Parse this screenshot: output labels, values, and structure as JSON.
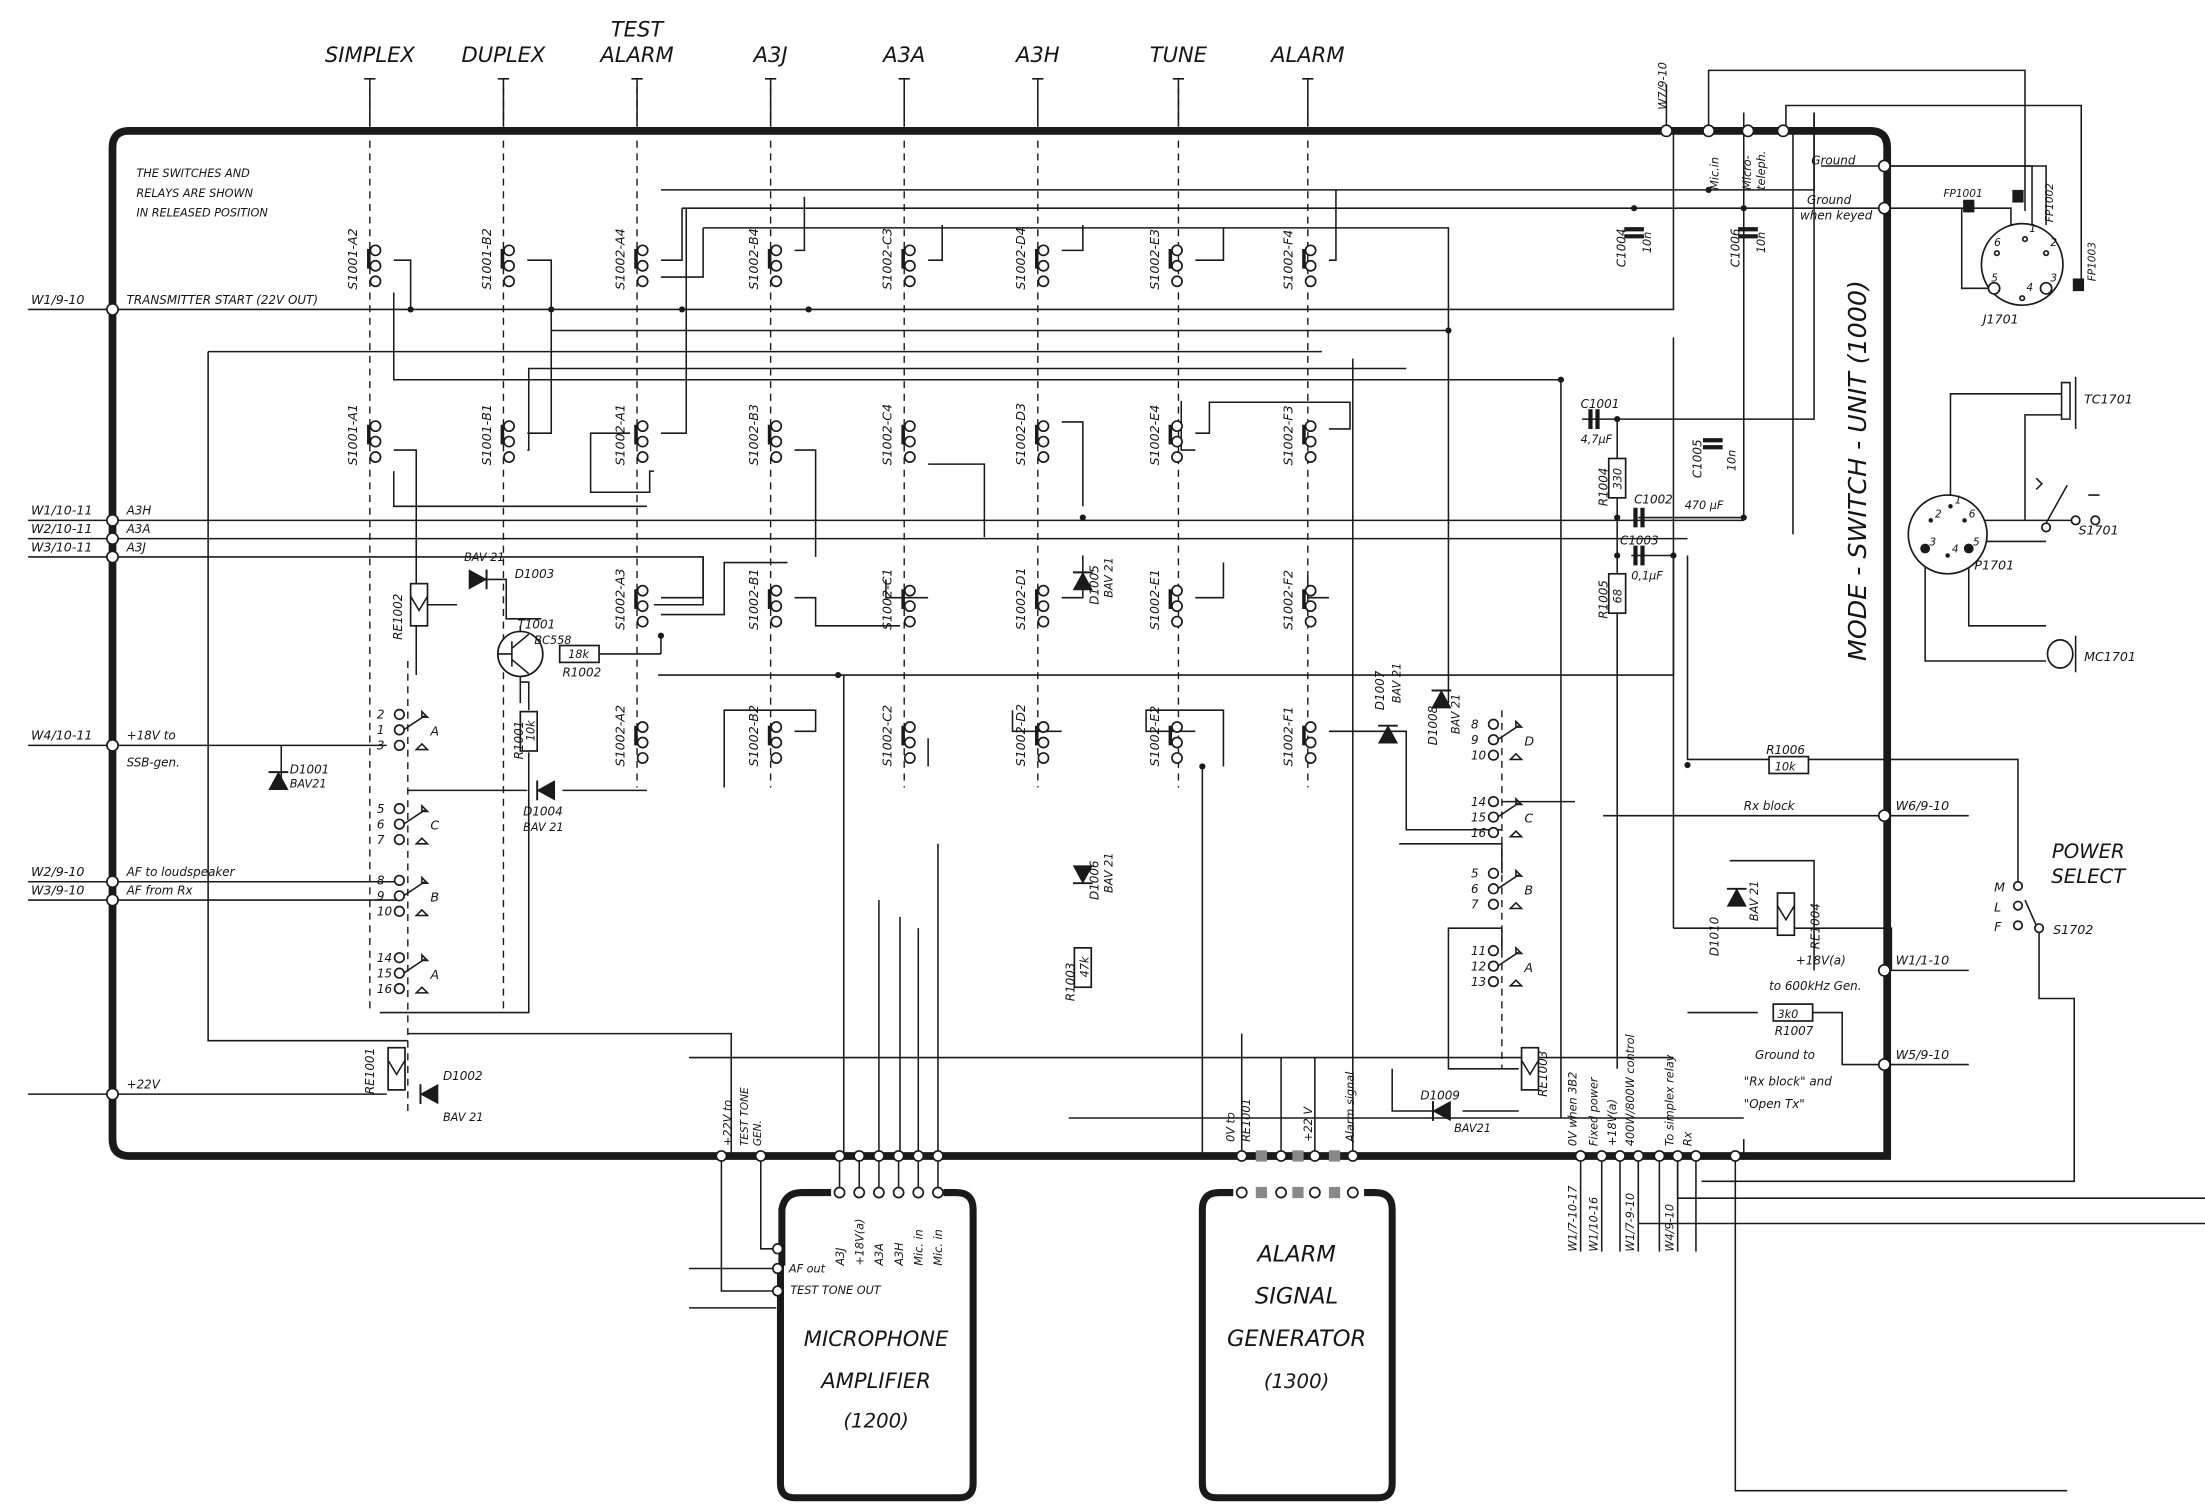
{
  "headers": [
    [
      "SIMPLEX"
    ],
    [
      "DUPLEX"
    ],
    [
      "TEST",
      "ALARM"
    ],
    [
      "A3J"
    ],
    [
      "A3A"
    ],
    [
      "A3H"
    ],
    [
      "TUNE"
    ],
    [
      "ALARM"
    ]
  ],
  "note": [
    "THE SWITCHES AND",
    "RELAYS ARE SHOWN",
    "IN RELEASED POSITION"
  ],
  "switches": {
    "row1": [
      "S1001-A2",
      "S1001-B2",
      "S1002-A4",
      "S1002-B4",
      "S1002-C3",
      "S1002-D4",
      "S1002-E3",
      "S1002-F4"
    ],
    "row2": [
      "S1001-A1",
      "S1001-B1",
      "S1002-A1",
      "S1002-B3",
      "S1002-C4",
      "S1002-D3",
      "S1002-E4",
      "S1002-F3"
    ],
    "row3": [
      "S1002-A3",
      "S1002-B1",
      "S1002-C1",
      "S1002-D1",
      "S1002-E1",
      "S1002-F2"
    ],
    "row4": [
      "S1002-A2",
      "S1002-B2",
      "S1002-C2",
      "S1002-D2",
      "S1002-E2",
      "S1002-F1"
    ]
  },
  "left_terminals": [
    {
      "id": "W1/9-10",
      "label": "TRANSMITTER START  (22V OUT)"
    },
    {
      "id": "W1/10-11",
      "label": "A3H"
    },
    {
      "id": "W2/10-11",
      "label": "A3A"
    },
    {
      "id": "W3/10-11",
      "label": "A3J"
    },
    {
      "id": "W4/10-11",
      "label": "+18V to",
      "label2": "SSB-gen."
    },
    {
      "id": "W2/9-10",
      "label": "AF to loudspeaker"
    },
    {
      "id": "W3/9-10",
      "label": "AF from Rx"
    },
    {
      "id": "",
      "label": "+22V"
    }
  ],
  "relay_contacts": [
    {
      "pins": [
        "2",
        "1",
        "3"
      ],
      "letter": "A"
    },
    {
      "pins": [
        "5",
        "6",
        "7"
      ],
      "letter": "C"
    },
    {
      "pins": [
        "8",
        "9",
        "10"
      ],
      "letter": "B"
    },
    {
      "pins": [
        "14",
        "15",
        "16"
      ],
      "letter": "A"
    },
    {
      "pins": [
        "8",
        "9",
        "10"
      ],
      "letter": "D"
    },
    {
      "pins": [
        "14",
        "15",
        "16"
      ],
      "letter": "C"
    },
    {
      "pins": [
        "5",
        "6",
        "7"
      ],
      "letter": "B"
    },
    {
      "pins": [
        "11",
        "12",
        "13"
      ],
      "letter": "A"
    }
  ],
  "components": [
    {
      "ref": "RE1002"
    },
    {
      "ref": "D1003",
      "value": "BAV 21"
    },
    {
      "ref": "T1001",
      "value": "BC558"
    },
    {
      "ref": "R1002",
      "value": "18k"
    },
    {
      "ref": "R1001",
      "value": "10k"
    },
    {
      "ref": "D1004",
      "value": "BAV 21"
    },
    {
      "ref": "D1001",
      "value": "BAV21"
    },
    {
      "ref": "RE1001"
    },
    {
      "ref": "D1002",
      "value": "BAV 21"
    },
    {
      "ref": "D1005",
      "value": "BAV 21"
    },
    {
      "ref": "D1006",
      "value": "BAV 21"
    },
    {
      "ref": "R1003",
      "value": "47k"
    },
    {
      "ref": "D1007",
      "value": "BAV 21"
    },
    {
      "ref": "D1008",
      "value": "BAV 21"
    },
    {
      "ref": "RE1003"
    },
    {
      "ref": "D1009",
      "value": "BAV21"
    },
    {
      "ref": "D1010",
      "value": "BAV 21"
    },
    {
      "ref": "RE1004"
    },
    {
      "ref": "R1006",
      "value": "10k"
    },
    {
      "ref": "R1007",
      "value": "3k0"
    },
    {
      "ref": "C1001",
      "value": "4,7µF"
    },
    {
      "ref": "C1005",
      "value": "10n"
    },
    {
      "ref": "R1004",
      "value": "330"
    },
    {
      "ref": "C1002",
      "value": "470 µF"
    },
    {
      "ref": "C1003",
      "value": "0,1µF"
    },
    {
      "ref": "R1005",
      "value": "68"
    },
    {
      "ref": "C1004",
      "value": "10n"
    },
    {
      "ref": "C1006",
      "value": "10n"
    }
  ],
  "unit_title": "MODE - SWITCH - UNIT (1000)",
  "top_right": {
    "w7": "W7/9-10",
    "mic_in": "Mic.in",
    "micro_teleph": [
      "Micro-",
      "teleph."
    ],
    "ground": "Ground",
    "ground_keyed": [
      "Ground",
      "when keyed"
    ],
    "j1701": "J1701",
    "fp": [
      "FP1001",
      "FP1002",
      "FP1003"
    ],
    "j_pins": [
      "6",
      "1",
      "2",
      "5",
      "4",
      "3"
    ],
    "p1701": "P1701",
    "p_pins": [
      "1",
      "2",
      "6",
      "3",
      "4",
      "5"
    ],
    "tc1701": "TC1701",
    "s1701": "S1701",
    "mc1701": "MC1701"
  },
  "right_terminals": [
    {
      "id": "W6/9-10",
      "label": "Rx block"
    },
    {
      "id": "W1/1-10",
      "label": "+18V(a)",
      "label2": "to 600kHz Gen."
    },
    {
      "id": "W5/9-10",
      "label": "Ground to",
      "label2": "\"Rx block\" and",
      "label3": "\"Open Tx\""
    }
  ],
  "power_select": {
    "title": [
      "POWER",
      "SELECT"
    ],
    "positions": [
      "M",
      "L",
      "F"
    ],
    "ref": "S1702"
  },
  "mic_amp": {
    "title": [
      "MICROPHONE",
      "AMPLIFIER",
      "(1200)"
    ],
    "pins": [
      "A3J",
      "+18V(a)",
      "A3A",
      "A3H",
      "Mic. in"
    ],
    "supply": [
      "+22V to",
      "TEST TONE",
      "GEN."
    ],
    "outputs": [
      "AF out",
      "TEST TONE OUT"
    ]
  },
  "alarm_gen": {
    "title": [
      "ALARM",
      "SIGNAL",
      "GENERATOR",
      "(1300)"
    ],
    "pins": [
      [
        "0V to",
        "RE1001"
      ],
      [
        "+22 V"
      ],
      [
        "Alarm signal"
      ]
    ]
  },
  "bottom_signals": [
    "0V when 3B2",
    "Fixed power",
    "+18V(a)",
    "400W/800W control",
    "To simplex relay",
    "Rx"
  ],
  "bottom_wires": [
    "W1/7-10-17",
    "W1/10-16",
    "W1/7-9-10",
    "W4/9-10"
  ]
}
